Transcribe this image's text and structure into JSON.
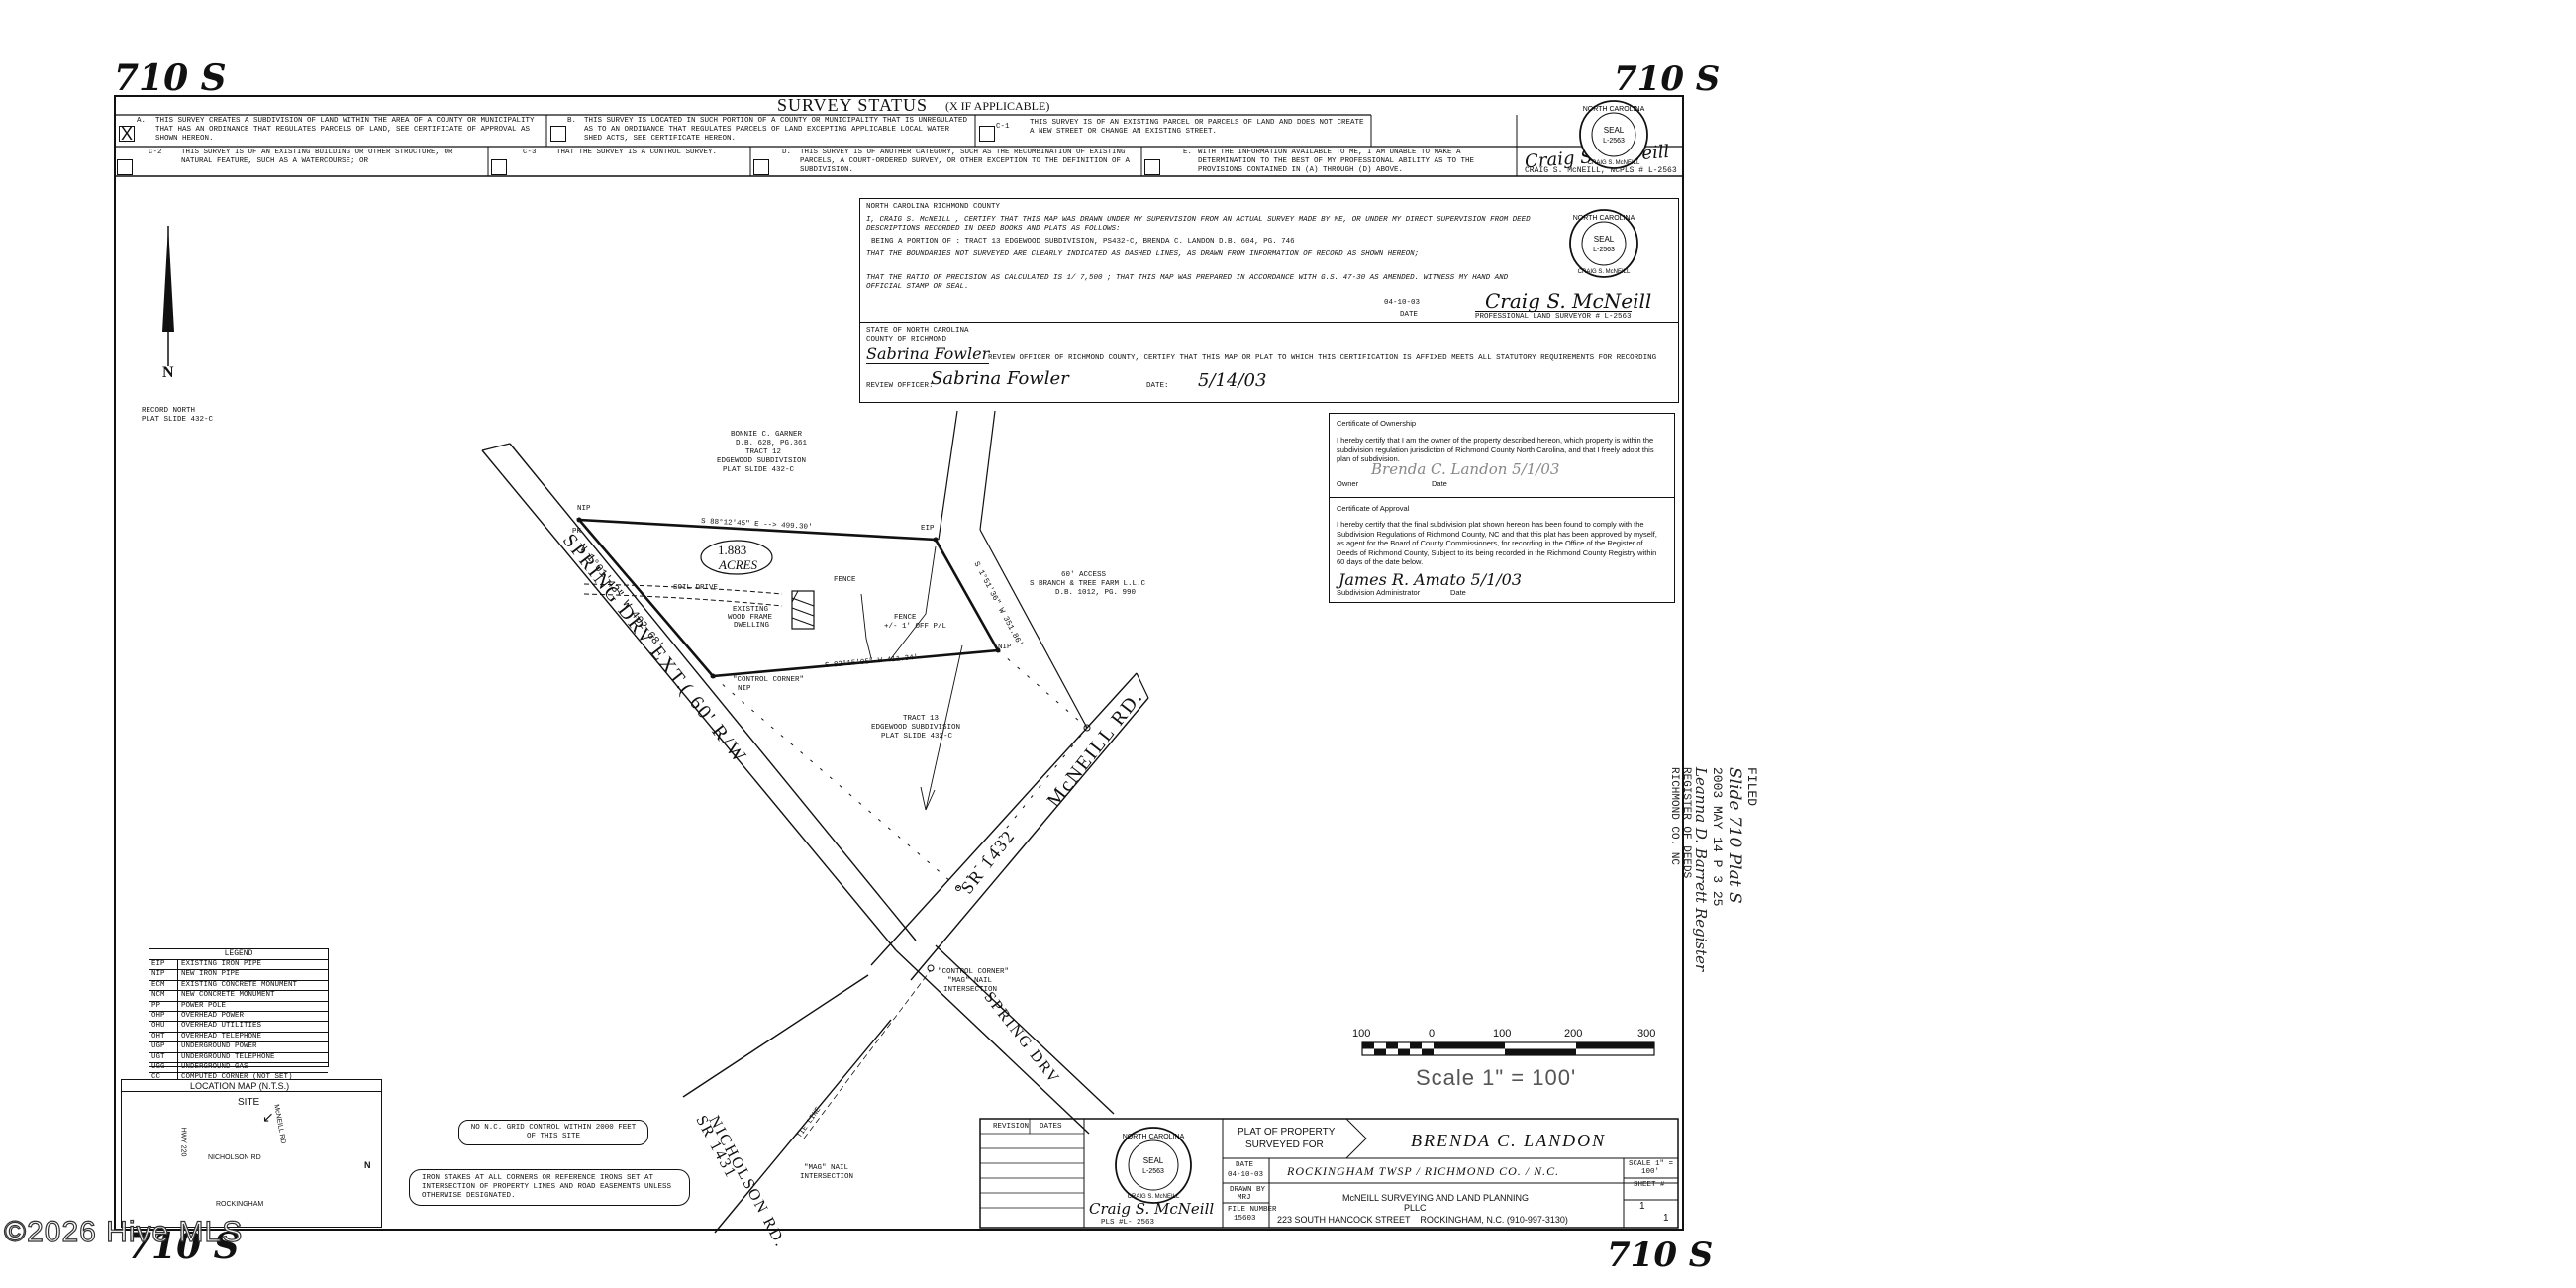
{
  "corner_marks": {
    "top_left": "710 S",
    "top_right": "710 S",
    "bottom_left": "710 S",
    "bottom_right": "710 S"
  },
  "survey_status": {
    "title": "SURVEY STATUS",
    "subtitle": "(X IF APPLICABLE)",
    "a_label": "A.",
    "a_text": "THIS SURVEY CREATES A SUBDIVISION OF LAND WITHIN THE AREA OF A COUNTY OR MUNICIPALITY THAT HAS AN ORDINANCE THAT REGULATES PARCELS OF LAND, SEE CERTIFICATE OF APPROVAL AS SHOWN HEREON.",
    "a_mark": "X",
    "b_label": "B.",
    "b_text": "THIS SURVEY IS LOCATED IN SUCH PORTION OF A COUNTY OR MUNICIPALITY THAT IS UNREGULATED AS TO AN ORDINANCE THAT REGULATES PARCELS OF LAND EXCEPTING APPLICABLE LOCAL WATER SHED ACTS, SEE CERTIFICATE HEREON.",
    "c1_label": "C-1",
    "c1_text": "THIS SURVEY IS OF AN EXISTING PARCEL OR PARCELS OF LAND AND DOES NOT CREATE A NEW STREET OR CHANGE AN EXISTING STREET.",
    "c2_label": "C-2",
    "c2_text": "THIS SURVEY IS OF AN EXISTING BUILDING OR OTHER STRUCTURE, OR NATURAL FEATURE, SUCH AS A WATERCOURSE; OR",
    "c3_label": "C-3",
    "c3_text": "THAT THE SURVEY IS A CONTROL SURVEY.",
    "d_label": "D.",
    "d_text": "THIS SURVEY IS OF ANOTHER CATEGORY, SUCH AS THE RECOMBINATION OF EXISTING PARCELS, A COURT-ORDERED SURVEY, OR OTHER EXCEPTION TO THE DEFINITION OF A SUBDIVISION.",
    "e_label": "E.",
    "e_text": "WITH THE INFORMATION AVAILABLE TO ME, I AM UNABLE TO MAKE A DETERMINATION TO THE BEST OF MY PROFESSIONAL ABILITY AS TO THE PROVISIONS CONTAINED IN (A) THROUGH (D) ABOVE.",
    "surveyor_line": "CRAIG S. McNEILL, NCPLS # L-2563"
  },
  "seal": {
    "top": "NORTH CAROLINA",
    "middle": "SEAL",
    "number": "L-2563",
    "bottom": "CRAIG S. McNEILL"
  },
  "surveyor_cert": {
    "heading": "NORTH CAROLINA    RICHMOND COUNTY",
    "line1": "I, CRAIG S. McNEILL , CERTIFY THAT THIS MAP WAS DRAWN UNDER MY SUPERVISION FROM AN ACTUAL SURVEY MADE BY ME, OR UNDER MY DIRECT SUPERVISION FROM DEED DESCRIPTIONS RECORDED IN DEED BOOKS AND PLATS AS FOLLOWS:",
    "line2": "BEING A PORTION OF : TRACT 13 EDGEWOOD SUBDIVISION, PS432-C, BRENDA C. LANDON D.B. 604, PG. 746",
    "line3": "THAT THE BOUNDARIES NOT SURVEYED ARE CLEARLY INDICATED AS DASHED LINES, AS DRAWN FROM INFORMATION OF RECORD AS SHOWN HEREON;",
    "line4": "THAT THE RATIO OF PRECISION AS CALCULATED IS  1/ 7,500  ; THAT THIS MAP WAS PREPARED IN ACCORDANCE WITH G.S. 47-30 AS AMENDED. WITNESS MY HAND AND OFFICIAL STAMP OR SEAL.",
    "date_value": "04-10-03",
    "date_label": "DATE",
    "pls_label": "PROFESSIONAL LAND SURVEYOR # L-2563",
    "signature": "Craig S. McNeill"
  },
  "review_cert": {
    "state": "STATE OF NORTH CAROLINA",
    "county": "COUNTY OF RICHMOND",
    "officer_name": "Sabrina Fowler",
    "statement": "REVIEW OFFICER OF RICHMOND COUNTY, CERTIFY THAT THIS MAP OR PLAT TO WHICH THIS CERTIFICATION IS AFFIXED MEETS ALL STATUTORY REQUIREMENTS FOR RECORDING",
    "review_officer_label": "REVIEW OFFICER:",
    "officer_signature": "Sabrina Fowler",
    "date_label": "DATE:",
    "date_value": "5/14/03"
  },
  "ownership_cert": {
    "title": "Certificate of Ownership",
    "text": "I hereby certify that I am the owner of the property described hereon, which property is within the subdivision regulation jurisdiction of Richmond County North Carolina, and that I freely adopt this plan of subdivision.",
    "signature": "Brenda C. Landon  5/1/03",
    "owner_label": "Owner",
    "date_label": "Date"
  },
  "approval_cert": {
    "title": "Certificate of Approval",
    "text": "I hereby certify that the final subdivision plat shown hereon has been found to comply with the Subdivision Regulations of Richmond County, NC and that this plat has been approved by myself, as agent for the Board of County Commissioners, for recording in the Office of the Register of Deeds of Richmond County, Subject to its being recorded in the Richmond County Registry within 60 days of the date below.",
    "signature": "James R. Amato  5/1/03",
    "admin_label": "Subdivision Administrator",
    "date_label": "Date"
  },
  "north_arrow": {
    "label": "N",
    "note1": "RECORD NORTH",
    "note2": "PLAT SLIDE 432-C"
  },
  "plat_labels": {
    "garner1": "BONNIE C. GARNER",
    "garner2": "D.B. 628, PG.361",
    "garner3": "TRACT 12",
    "garner4": "EDGEWOOD SUBDIVISION",
    "garner5": "PLAT SLIDE 432-C",
    "acres_value": "1.883",
    "acres_label": "ACRES",
    "bearing_top": "S 88°12'45\" E --> 499.30'",
    "bearing_bottom": "S 82°15'05\" W 411.34'",
    "soil_drive": "SOIL DRIVE",
    "dwelling1": "EXISTING",
    "dwelling2": "WOOD FRAME",
    "dwelling3": "DWELLING",
    "fence_top": "FENCE",
    "fence_mid": "FENCE",
    "fence_off": "+/- 1' OFF P/L",
    "access1": "60' ACCESS",
    "access2": "S BRANCH & TREE FARM L.L.C",
    "access3": "D.B. 1012, PG. 990",
    "nip_top": "NIP",
    "pk": "PK",
    "eip": "EIP",
    "nip_right": "NIP",
    "control_corner": "\"CONTROL CORNER\"",
    "nip_ctrl": "NIP",
    "tract13_1": "TRACT 13",
    "tract13_2": "EDGEWOOD SUBDIVISION",
    "tract13_3": "PLAT SLIDE 432-C",
    "spring_ext": "SPRING DRV EXT.",
    "rw": "( 60' R/W",
    "mcneill_rd": "McNEILL RD.",
    "sr1432": "SR 1432",
    "control_corner2": "\"CONTROL CORNER\"",
    "mag_nail": "\"MAG\" NAIL",
    "intersection": "INTERSECTION",
    "spring_drv": "SPRING DRV",
    "sr1431": "SR 1431",
    "nicholson": "NICHOLSON RD.",
    "mag_nail2": "\"MAG\" NAIL",
    "intersection2": "INTERSECTION",
    "tie_line": "TIE LINE",
    "side_right": "S 1°51'36\" W 351.86'",
    "side_left": "N 1°01'43\" W 402.68'"
  },
  "legend": {
    "title": "LEGEND",
    "rows": [
      {
        "code": "EIP",
        "desc": "EXISTING IRON PIPE"
      },
      {
        "code": "NIP",
        "desc": "NEW IRON PIPE"
      },
      {
        "code": "ECM",
        "desc": "EXISTING CONCRETE MONUMENT"
      },
      {
        "code": "NCM",
        "desc": "NEW CONCRETE MONUMENT"
      },
      {
        "code": "PP",
        "desc": "POWER POLE"
      },
      {
        "code": "OHP",
        "desc": "OVERHEAD POWER"
      },
      {
        "code": "OHU",
        "desc": "OVERHEAD UTILITIES"
      },
      {
        "code": "OHT",
        "desc": "OVERHEAD TELEPHONE"
      },
      {
        "code": "UGP",
        "desc": "UNDERGROUND POWER"
      },
      {
        "code": "UGT",
        "desc": "UNDERGROUND TELEPHONE"
      },
      {
        "code": "UGG",
        "desc": "UNDERGROUND GAS"
      },
      {
        "code": "CC",
        "desc": "COMPUTED CORNER (NOT SET)"
      }
    ]
  },
  "location_map": {
    "title": "LOCATION MAP (N.T.S.)",
    "site": "SITE",
    "road_mcneill": "McNEILL RD",
    "road_hwy": "HWY 220",
    "road_nicholson": "NICHOLSON RD",
    "town": "ROCKINGHAM",
    "north": "N"
  },
  "notes": {
    "grid": "NO N.C. GRID CONTROL WITHIN 2000 FEET OF THIS SITE",
    "stakes": "IRON STAKES AT ALL CORNERS OR REFERENCE IRONS SET AT INTERSECTION OF PROPERTY LINES AND ROAD EASEMENTS UNLESS OTHERWISE DESIGNATED."
  },
  "scale_bar": {
    "ticks": [
      "100",
      "0",
      "100",
      "200",
      "300"
    ],
    "caption": "Scale 1\" = 100'"
  },
  "title_block": {
    "revision_label": "REVISION",
    "dates_label": "DATES",
    "plat_of": "PLAT OF PROPERTY",
    "surveyed_for": "SURVEYED FOR",
    "owner": "BRENDA C. LANDON",
    "date_label": "DATE",
    "date_value": "04-10-03",
    "location": "ROCKINGHAM TWSP / RICHMOND CO. / N.C.",
    "drawn_label": "DRAWN BY",
    "drawn_value": "MRJ",
    "file_label": "FILE NUMBER",
    "file_value": "15603",
    "company": "McNEILL SURVEYING AND LAND PLANNING",
    "company2": "PLLC",
    "address": "223 SOUTH HANCOCK STREET    ROCKINGHAM, N.C. (910-997-3130)",
    "scale_label": "SCALE 1\" =",
    "scale_value": "100'",
    "sheet_label": "SHEET #",
    "sheet_value": "1",
    "sheet_of": "1",
    "pls": "PLS #L- 2563",
    "signature": "Craig S. McNeill"
  },
  "stamp": {
    "line1": "FILED",
    "line2": "Slide 710 Plat S",
    "line3": "2003 MAY 14 P 3 25",
    "line4": "Leanna D. Barrett Register",
    "line5": "REGISTER OF DEEDS",
    "line6": "RICHMOND CO. NC"
  },
  "watermark": "©2026 Hive MLS"
}
